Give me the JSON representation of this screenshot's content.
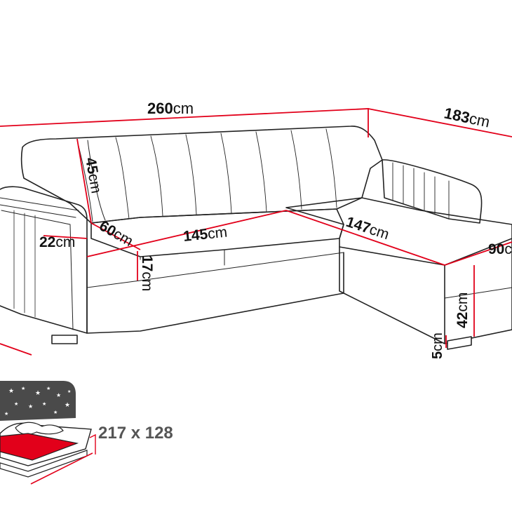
{
  "colors": {
    "outline": "#222222",
    "dimension_line": "#e2001a",
    "mattress": "#e2001a",
    "badge": "#4a4a4a"
  },
  "icons": {
    "night_badge": "moon-stars-icon",
    "bed_function": "sofa-bed-icon"
  },
  "dimensions": {
    "total_width": {
      "value": "260",
      "unit": "cm"
    },
    "chaise_length": {
      "value": "183",
      "unit": "cm"
    },
    "back_height": {
      "value": "45",
      "unit": "cm"
    },
    "seat_depth": {
      "value": "60",
      "unit": "cm"
    },
    "seat_width": {
      "value": "145",
      "unit": "cm"
    },
    "chaise_seat": {
      "value": "147",
      "unit": "cm"
    },
    "arm_width": {
      "value": "22",
      "unit": "cm"
    },
    "chaise_width": {
      "value": "90",
      "unit": "c"
    },
    "seat_height": {
      "value": "17",
      "unit": "cm"
    },
    "total_height": {
      "value": "42",
      "unit": "cm"
    },
    "leg_height": {
      "value": "5",
      "unit": "cm"
    }
  },
  "sleeping_area": "217 x 128"
}
